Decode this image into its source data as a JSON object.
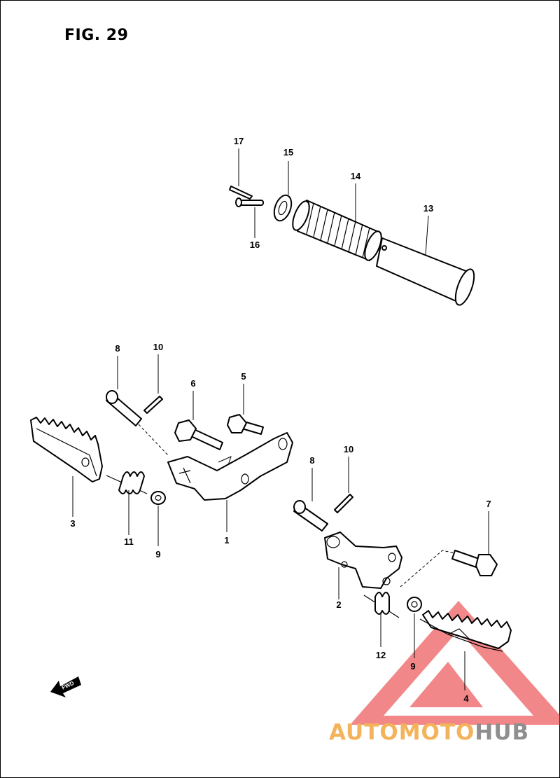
{
  "figure": {
    "title": "FIG. 29"
  },
  "callouts": {
    "c17": "17",
    "c15": "15",
    "c14": "14",
    "c13": "13",
    "c16": "16",
    "c8a": "8",
    "c10a": "10",
    "c6": "6",
    "c5": "5",
    "c3": "3",
    "c11": "11",
    "c9a": "9",
    "c1": "1",
    "c8b": "8",
    "c10b": "10",
    "c7": "7",
    "c2": "2",
    "c12": "12",
    "c9b": "9",
    "c4": "4"
  },
  "direction_marker": {
    "text": "FWD"
  },
  "watermark": {
    "part1": "AUTOMOTO",
    "part2": "HUB",
    "color_primary": "#f4b35a",
    "color_secondary": "#8f8f8f",
    "logo_color": "#e8262a"
  }
}
